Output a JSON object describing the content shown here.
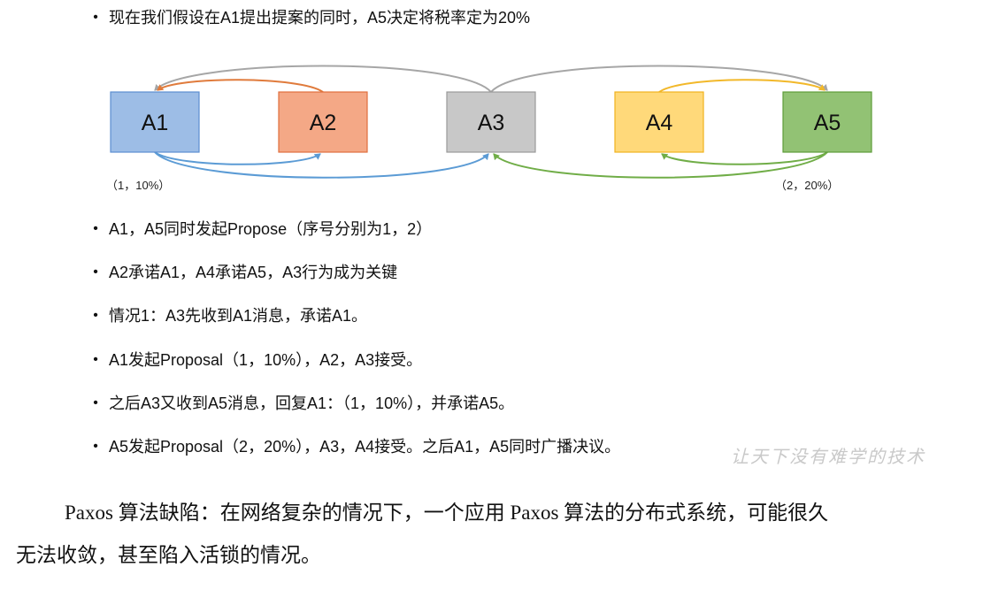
{
  "top_bullet": "现在我们假设在A1提出提案的同时，A5决定将税率定为20%",
  "diagram": {
    "nodes": [
      {
        "id": "A1",
        "label": "A1",
        "fill": "#9dbde6",
        "stroke": "#5b8ed0"
      },
      {
        "id": "A2",
        "label": "A2",
        "fill": "#f4a886",
        "stroke": "#e06e3e"
      },
      {
        "id": "A3",
        "label": "A3",
        "fill": "#c8c8c8",
        "stroke": "#999999"
      },
      {
        "id": "A4",
        "label": "A4",
        "fill": "#ffd97a",
        "stroke": "#f0b21e"
      },
      {
        "id": "A5",
        "label": "A5",
        "fill": "#92c274",
        "stroke": "#5d9c3a"
      }
    ],
    "left_label": "（1，10%）",
    "right_label": "（2，20%）",
    "arrow_colors": {
      "gray": "#a6a6a6",
      "orange": "#e07b3c",
      "yellow": "#f2b82a",
      "blue": "#5b9bd5",
      "green": "#70ad47"
    }
  },
  "bullets": [
    "A1，A5同时发起Propose（序号分别为1，2）",
    "A2承诺A1，A4承诺A5，A3行为成为关键",
    "情况1：A3先收到A1消息，承诺A1。",
    "A1发起Proposal（1，10%），A2，A3接受。",
    "之后A3又收到A5消息，回复A1：（1，10%），并承诺A5。",
    "A5发起Proposal（2，20%），A3，A4接受。之后A1，A5同时广播决议。"
  ],
  "watermark": "让天下没有难学的技术",
  "paragraph": {
    "line1": "Paxos 算法缺陷：在网络复杂的情况下，一个应用 Paxos 算法的分布式系统，可能很久",
    "line2": "无法收敛，甚至陷入活锁的情况。"
  }
}
